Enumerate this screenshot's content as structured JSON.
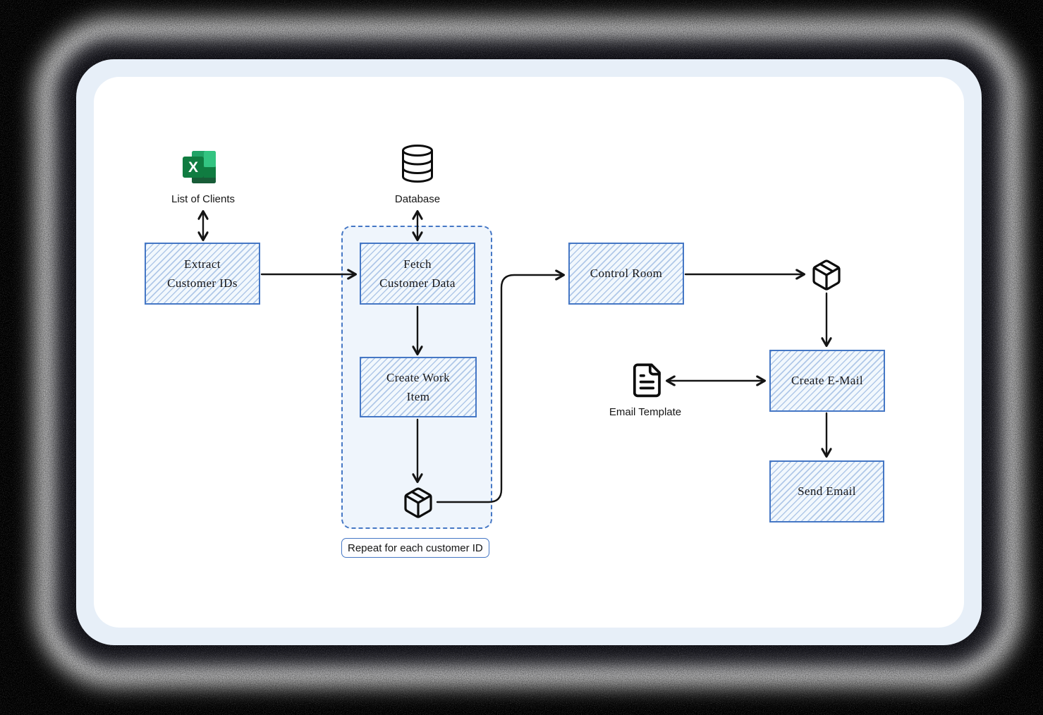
{
  "diagram": {
    "group": {
      "label": "Repeat for each customer ID"
    },
    "nodes": {
      "extract": {
        "label": "Extract\nCustomer IDs"
      },
      "fetch": {
        "label": "Fetch\nCustomer Data"
      },
      "create_work": {
        "label": "Create  Work\nItem"
      },
      "control_room": {
        "label": "Control Room"
      },
      "create_email": {
        "label": "Create E-Mail"
      },
      "send_email": {
        "label": "Send Email"
      }
    },
    "artifacts": {
      "excel": {
        "icon": "excel-icon",
        "letter": "X",
        "label": "List of Clients"
      },
      "database": {
        "icon": "database-icon",
        "label": "Database"
      },
      "email_template": {
        "icon": "document-icon",
        "label": "Email Template"
      },
      "package_loop": {
        "icon": "package-icon"
      },
      "package_queue": {
        "icon": "package-icon"
      }
    },
    "colors": {
      "node_border": "#4577c5",
      "node_hatch": "#7aa0d6",
      "group_border": "#4577c5",
      "arrow": "#141414",
      "card_bg": "#e7eff8",
      "canvas_bg": "#ffffff",
      "excel_green_dark": "#107c41",
      "excel_green_mid": "#21a366",
      "excel_green_light": "#33c481"
    }
  }
}
